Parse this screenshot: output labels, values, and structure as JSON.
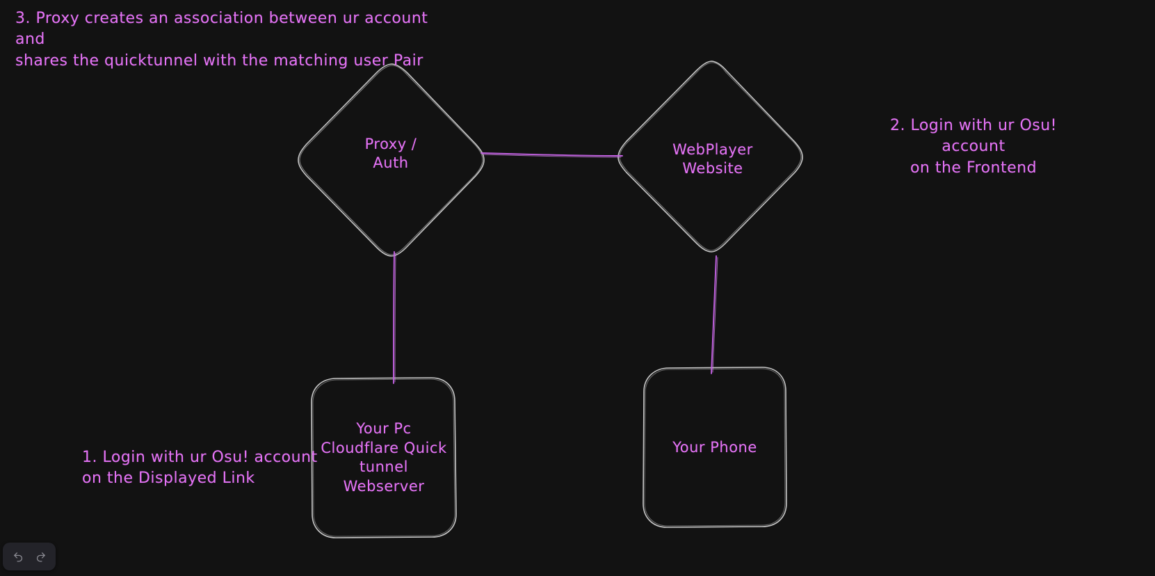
{
  "canvas": {
    "background_color": "#121212",
    "stroke_color": "#c9c9c9",
    "accent_color": "#c160e0",
    "text_color": "#e473f5"
  },
  "annotations": [
    {
      "id": "annotation-3",
      "name": "annotation-step-3",
      "text": "3. Proxy creates an association between ur account and\n shares the quicktunnel with the matching user Pair"
    },
    {
      "id": "annotation-2",
      "name": "annotation-step-2",
      "text": "2. Login with ur Osu! account\non the Frontend"
    },
    {
      "id": "annotation-1",
      "name": "annotation-step-1",
      "text": "1. Login with ur Osu! account\non the Displayed Link"
    }
  ],
  "nodes": [
    {
      "id": "label-proxy-auth",
      "name": "node-proxy-auth",
      "shape": "diamond",
      "label": "Proxy /\nAuth"
    },
    {
      "id": "label-webplayer",
      "name": "node-webplayer-website",
      "shape": "diamond",
      "label": "WebPlayer\nWebsite"
    },
    {
      "id": "label-your-pc",
      "name": "node-your-pc",
      "shape": "rounded-rect",
      "label": "Your Pc\nCloudflare Quick\ntunnel\nWebserver"
    },
    {
      "id": "label-your-phone",
      "name": "node-your-phone",
      "shape": "rounded-rect",
      "label": "Your Phone"
    }
  ],
  "connectors": [
    {
      "name": "connector-proxy-to-webplayer",
      "from": "node-proxy-auth",
      "to": "node-webplayer-website"
    },
    {
      "name": "connector-proxy-to-your-pc",
      "from": "node-proxy-auth",
      "to": "node-your-pc"
    },
    {
      "name": "connector-webplayer-to-your-phone",
      "from": "node-webplayer-website",
      "to": "node-your-phone"
    }
  ],
  "toolbar": {
    "undo_label": "Undo",
    "redo_label": "Redo",
    "undo_icon": "undo-icon",
    "redo_icon": "redo-icon"
  }
}
